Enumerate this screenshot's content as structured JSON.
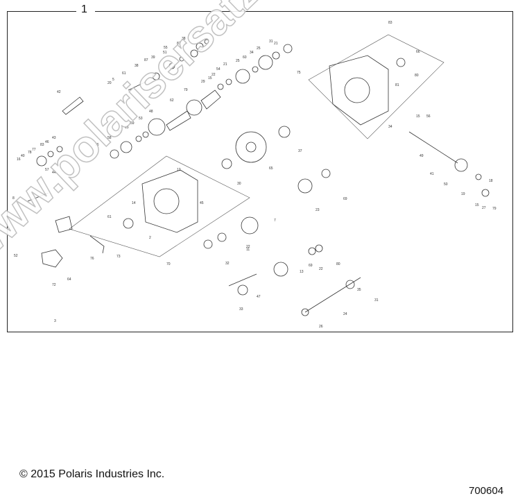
{
  "assembly_number": "1",
  "callouts": [
    "42",
    "20",
    "5",
    "61",
    "38",
    "87",
    "39",
    "51",
    "55",
    "87",
    "38",
    "9",
    "20",
    "31",
    "21",
    "25",
    "34",
    "60",
    "25",
    "21",
    "54",
    "22",
    "15",
    "29",
    "79",
    "62",
    "48",
    "53",
    "59",
    "15",
    "22",
    "58",
    "36",
    "43",
    "46",
    "83",
    "77",
    "78",
    "40",
    "16",
    "44",
    "12",
    "14",
    "45",
    "61",
    "8",
    "2",
    "76",
    "57",
    "73",
    "52",
    "64",
    "72",
    "3",
    "70",
    "37",
    "65",
    "30",
    "69",
    "23",
    "7",
    "11",
    "80",
    "69",
    "33",
    "47",
    "24",
    "26",
    "35",
    "31",
    "13",
    "22",
    "32",
    "22",
    "15",
    "56",
    "41",
    "50",
    "19",
    "15",
    "27",
    "18",
    "79",
    "83",
    "66",
    "80",
    "81",
    "75",
    "49",
    "34"
  ],
  "copyright": "© 2015 Polaris Industries Inc.",
  "part_number": "700604",
  "watermark": "www.polarisersatzteile.de",
  "colors": {
    "line": "#222222",
    "watermark": "#bbbbbb"
  }
}
